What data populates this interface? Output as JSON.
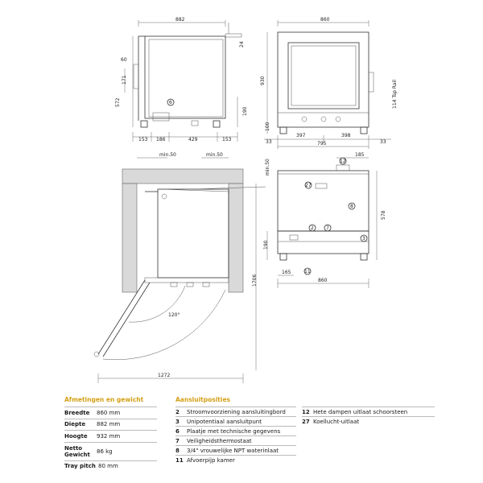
{
  "drawing": {
    "top_left_dims": {
      "width": "882",
      "right_offset": "24",
      "height": "572",
      "height_upper": "171",
      "top_offset": "60",
      "right_side": "190",
      "bottom": [
        "153",
        "186",
        "429",
        "153"
      ],
      "callout": "6"
    },
    "top_right_dims": {
      "width": "860",
      "height": "930",
      "bottom_offset": "100",
      "rail_label": "114 Tsp Rail",
      "bottom": [
        "33",
        "397",
        "398",
        "33"
      ],
      "total": "795"
    },
    "plan_dims": {
      "clear_left": "min.50",
      "clear_right": "min.50",
      "clear_top": "min.50",
      "door_angle": "120°",
      "depth": "1706",
      "total_width": "1272"
    },
    "back_dims": {
      "top": "185",
      "height": "578",
      "left_height": "190",
      "bottom_left": "165",
      "width": "860",
      "callouts": [
        "12",
        "27",
        "8",
        "2",
        "7",
        "3",
        "11"
      ]
    }
  },
  "specs": {
    "title": "Afmetingen en gewicht",
    "rows": [
      {
        "key": "Breedte",
        "value": "860 mm"
      },
      {
        "key": "Diepte",
        "value": "882 mm"
      },
      {
        "key": "Hoogte",
        "value": "932 mm"
      },
      {
        "key": "Netto Gewicht",
        "value": "86 kg"
      },
      {
        "key": "Tray pitch",
        "value": "80 mm"
      }
    ]
  },
  "connections": {
    "title": "Aansluitposities",
    "col_a": [
      {
        "num": "2",
        "label": "Stroomvoorziening aansluitingbord"
      },
      {
        "num": "3",
        "label": "Unipotentiaal aansluitpunt"
      },
      {
        "num": "6",
        "label": "Plaatje met technische gegevens"
      },
      {
        "num": "7",
        "label": "Veiligheidsthermostaat"
      },
      {
        "num": "8",
        "label": "3/4\" vrouwelijke NPT waterinlaat"
      },
      {
        "num": "11",
        "label": "Afvoerpijp kamer"
      }
    ],
    "col_b": [
      {
        "num": "12",
        "label": "Hete dampen uitlaat schoorsteen"
      },
      {
        "num": "27",
        "label": "Koellucht-uitlaat"
      }
    ]
  }
}
